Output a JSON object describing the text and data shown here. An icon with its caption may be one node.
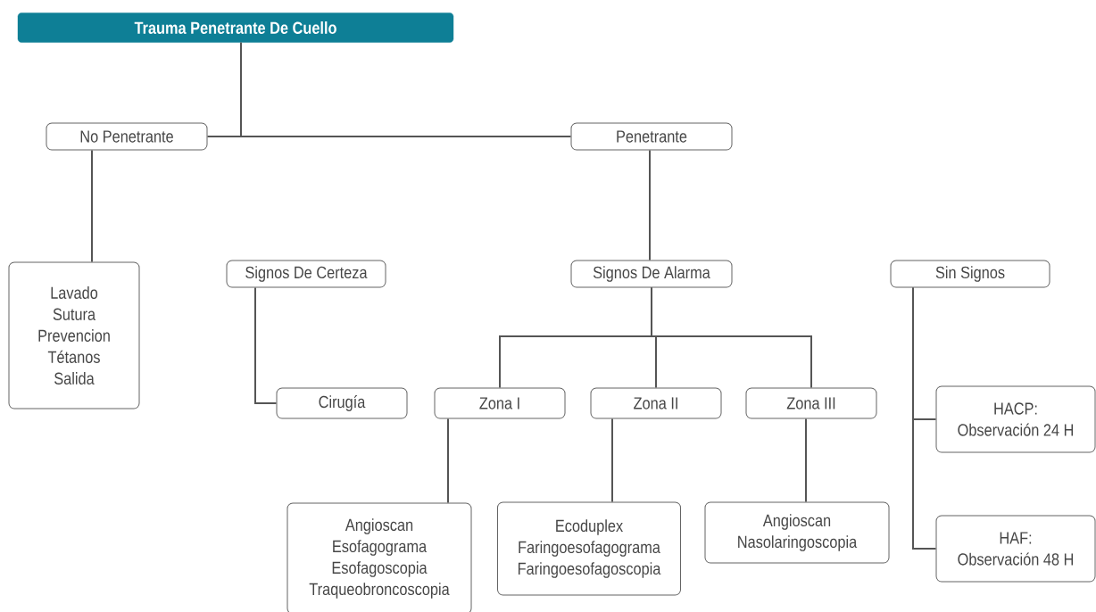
{
  "diagram": {
    "nodes": [
      {
        "text": [
          "Trauma Penetrante De Cuello"
        ]
      },
      {
        "text": [
          "No Penetrante"
        ]
      },
      {
        "text": [
          "Penetrante"
        ]
      },
      {
        "text": [
          "Lavado",
          "Sutura",
          "Prevencion",
          "Tétanos",
          "Salida"
        ]
      },
      {
        "text": [
          "Signos De Certeza"
        ]
      },
      {
        "text": [
          "Signos De Alarma"
        ]
      },
      {
        "text": [
          "Sin Signos"
        ]
      },
      {
        "text": [
          "Cirugía"
        ]
      },
      {
        "text": [
          "Zona I"
        ]
      },
      {
        "text": [
          "Zona II"
        ]
      },
      {
        "text": [
          "Zona III"
        ]
      },
      {
        "text": [
          "HACP:",
          "Observación 24 H"
        ]
      },
      {
        "text": [
          "HAF:",
          "Observación 48 H"
        ]
      },
      {
        "text": [
          "Angioscan",
          "Esofagograma",
          "Esofagoscopia",
          "Traqueobroncoscopia"
        ]
      },
      {
        "text": [
          "Ecoduplex",
          "Faringoesofagograma",
          "Faringoesofagoscopia"
        ]
      },
      {
        "text": [
          "Angioscan",
          "Nasolaringoscopia"
        ]
      }
    ],
    "edges": [
      {
        "from": 0,
        "to": 1,
        "arrow": "none"
      },
      {
        "from": 0,
        "to": 2,
        "arrow": "none"
      },
      {
        "from": 1,
        "to": 3,
        "arrow": "none"
      },
      {
        "from": 2,
        "to": 5,
        "arrow": "none"
      },
      {
        "from": 4,
        "to": 7,
        "arrow": "none"
      },
      {
        "from": 5,
        "to": 8,
        "arrow": "none"
      },
      {
        "from": 5,
        "to": 9,
        "arrow": "none"
      },
      {
        "from": 5,
        "to": 10,
        "arrow": "none"
      },
      {
        "from": 8,
        "to": 13,
        "arrow": "none"
      },
      {
        "from": 9,
        "to": 14,
        "arrow": "none"
      },
      {
        "from": 10,
        "to": 15,
        "arrow": "none"
      },
      {
        "from": 6,
        "to": 11,
        "arrow": "none"
      },
      {
        "from": 6,
        "to": 12,
        "arrow": "none"
      }
    ]
  }
}
